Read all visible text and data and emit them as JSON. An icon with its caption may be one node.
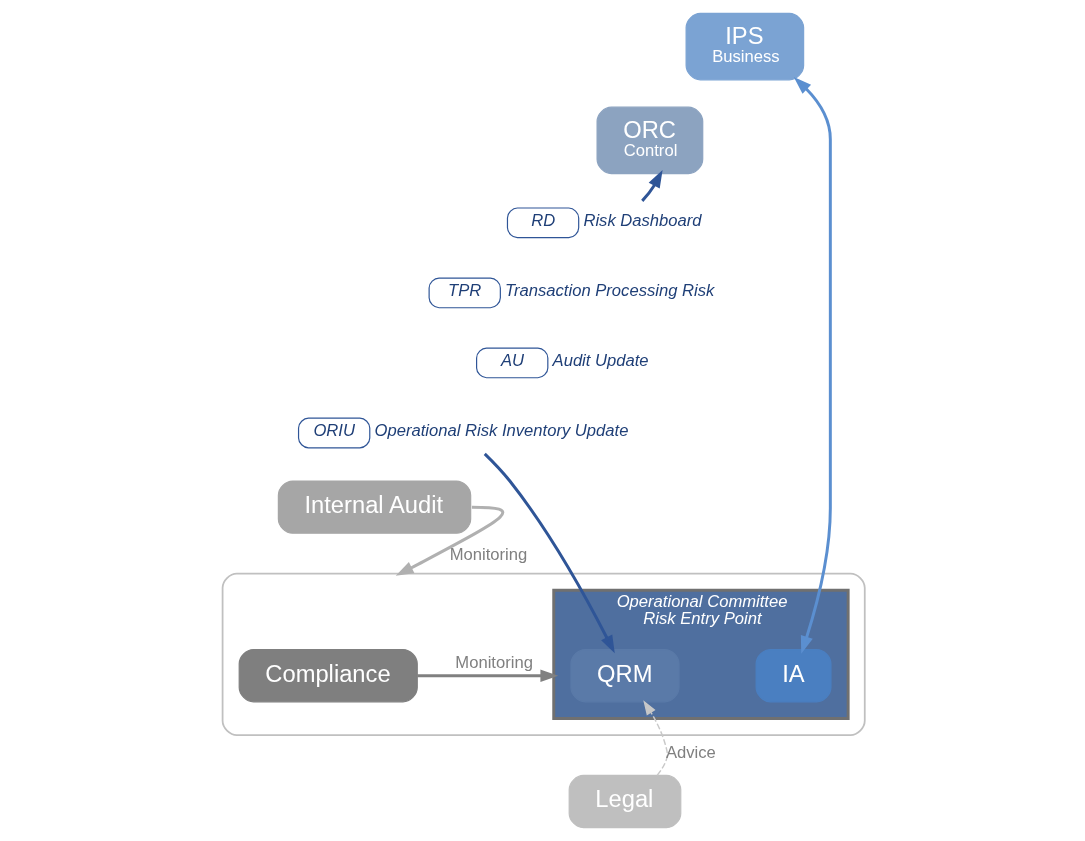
{
  "diagram": {
    "nodes": [
      {
        "text": [
          "IPS",
          "Business"
        ]
      },
      {
        "text": [
          "ORC",
          "Control"
        ]
      },
      {
        "text": [],
        "shape": "box"
      },
      {
        "text": [
          "Operational Committee",
          "Risk Entry Point"
        ],
        "in": 2
      },
      {
        "text": [
          "IA"
        ],
        "in": 3
      },
      {
        "text": [
          "QRM"
        ],
        "in": 3
      },
      {
        "text": [
          "Compliance"
        ],
        "in": 2
      },
      {
        "text": [
          "Internal Audit"
        ]
      },
      {
        "text": [
          "Legal"
        ]
      },
      {
        "text": [
          "RD"
        ],
        "beside": [
          "Risk Dashboard"
        ]
      },
      {
        "text": [
          "TPR"
        ],
        "beside": [
          "Transaction Processing Risk"
        ]
      },
      {
        "text": [
          "AU"
        ],
        "beside": [
          "Audit Update"
        ]
      },
      {
        "text": [
          "ORIU"
        ],
        "beside": [
          "Operational Risk Inventory Update"
        ]
      }
    ],
    "edges": [
      {
        "from": 0,
        "to": 4,
        "arrow": "both",
        "color": "#5b8fd0"
      },
      {
        "from": 9,
        "to": 1,
        "arrow": "to",
        "color": "#2f5597"
      },
      {
        "from": 12,
        "to": 5,
        "arrow": "to",
        "color": "#2f5597"
      },
      {
        "from": 6,
        "to": 3,
        "arrow": "to",
        "label": "Monitoring",
        "color": "#808080"
      },
      {
        "from": 7,
        "to": 2,
        "arrow": "to",
        "label": "Monitoring",
        "color": "#b0b0b0"
      },
      {
        "from": 8,
        "to": 5,
        "arrow": "to",
        "label": "Advice",
        "style": "dashed",
        "color": "#c8c8c8"
      }
    ]
  }
}
